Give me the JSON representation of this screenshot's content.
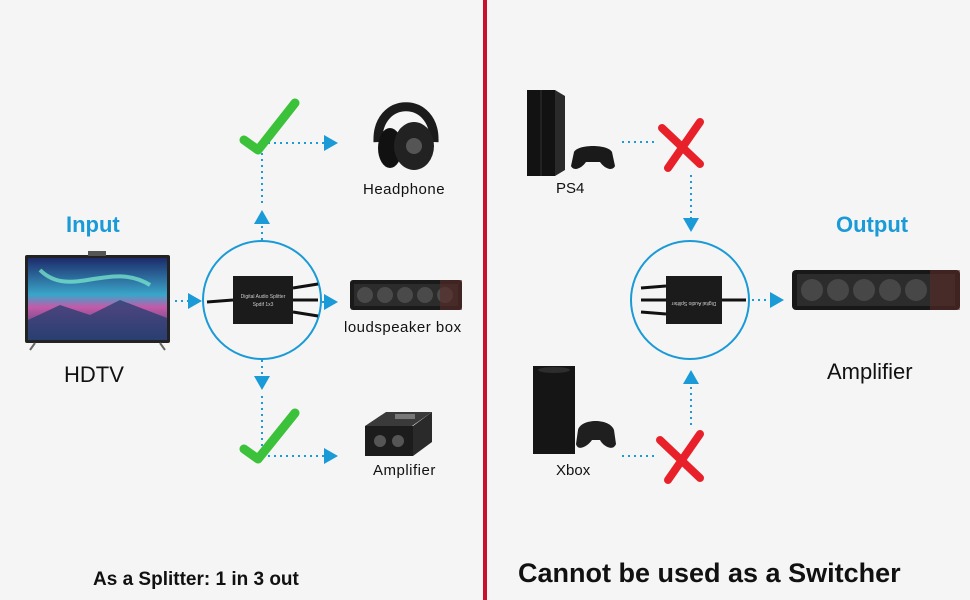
{
  "left": {
    "input_title": "Input",
    "source_label": "HDTV",
    "outputs": [
      "Headphone",
      "loudspeaker box",
      "Amplifier"
    ],
    "footer": "As a Splitter: 1 in 3 out"
  },
  "right": {
    "output_title": "Output",
    "sources": [
      "PS4",
      "Xbox"
    ],
    "destination_label": "Amplifier",
    "footer": "Cannot be used as a Switcher"
  },
  "colors": {
    "accent_blue": "#1a9ad6",
    "check_green": "#3cc13b",
    "cross_red": "#e8202a",
    "divider_red": "#c8102e"
  },
  "icons": [
    "checkmark-icon",
    "cross-icon",
    "arrow-icon"
  ]
}
